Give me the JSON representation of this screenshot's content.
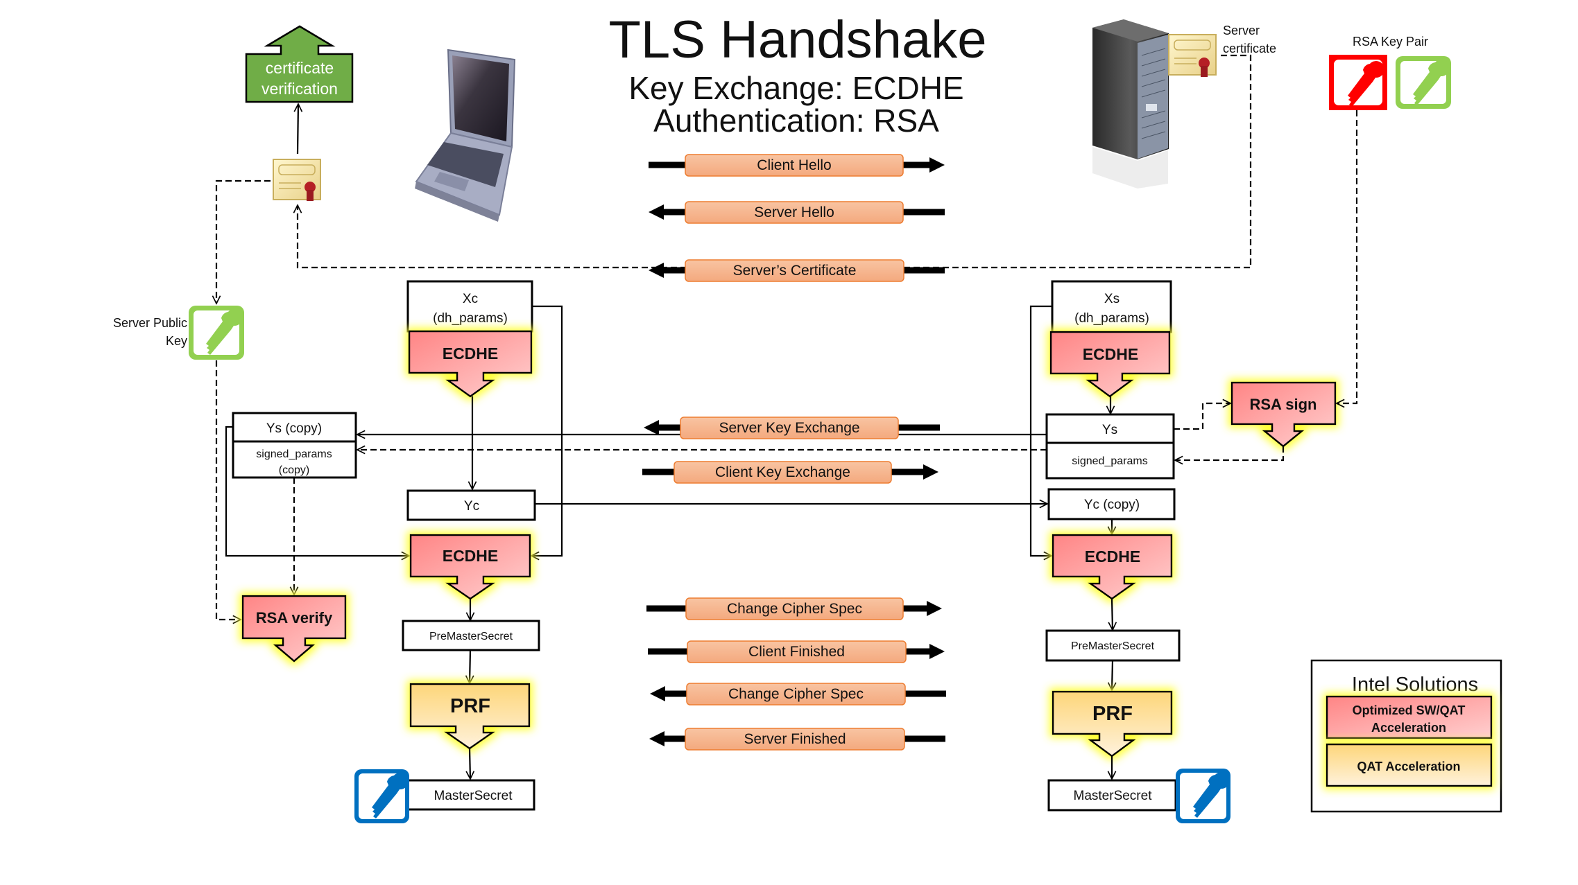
{
  "title": {
    "main": "TLS Handshake",
    "line1": "Key Exchange: ECDHE",
    "line2": "Authentication: RSA"
  },
  "client": {
    "device_icon": "laptop-icon",
    "cert_verification": {
      "line1": "certificate",
      "line2": "verification"
    },
    "cert_icon": "certificate-icon",
    "server_public_key_label": {
      "line1": "Server Public",
      "line2": "Key"
    },
    "key_icon": "green-key-icon",
    "xc": {
      "line1": "Xc",
      "line2": "(dh_params)"
    },
    "ecdhe1": "ECDHE",
    "ys_copy": "Ys (copy)",
    "signed_params_copy": {
      "line1": "signed_params",
      "line2": "(copy)"
    },
    "yc": "Yc",
    "ecdhe2": "ECDHE",
    "rsa_verify": "RSA verify",
    "premaster": "PreMasterSecret",
    "prf": "PRF",
    "master": "MasterSecret",
    "master_key_icon": "blue-key-icon"
  },
  "server": {
    "device_icon": "server-icon",
    "cert_label": {
      "line1": "Server",
      "line2": "certificate"
    },
    "rsa_key_pair_label": "RSA Key Pair",
    "xs": {
      "line1": "Xs",
      "line2": "(dh_params)"
    },
    "ecdhe1": "ECDHE",
    "ys": "Ys",
    "signed_params": "signed_params",
    "rsa_sign": "RSA sign",
    "yc_copy": "Yc (copy)",
    "ecdhe2": "ECDHE",
    "premaster": "PreMasterSecret",
    "prf": "PRF",
    "master": "MasterSecret",
    "master_key_icon": "blue-key-icon"
  },
  "messages": [
    {
      "label": "Client Hello",
      "direction": "to-server"
    },
    {
      "label": "Server Hello",
      "direction": "to-client"
    },
    {
      "label": "Server’s Certificate",
      "direction": "to-client"
    },
    {
      "label": "Server Key Exchange",
      "direction": "to-client"
    },
    {
      "label": "Client Key Exchange",
      "direction": "to-server"
    },
    {
      "label": "Change Cipher Spec",
      "direction": "to-server"
    },
    {
      "label": "Client Finished",
      "direction": "to-server"
    },
    {
      "label": "Change Cipher Spec",
      "direction": "to-client"
    },
    {
      "label": "Server Finished",
      "direction": "to-client"
    }
  ],
  "legend": {
    "title": "Intel Solutions",
    "items": [
      {
        "label_line1": "Optimized SW/QAT",
        "label_line2": "Acceleration",
        "color": "#ff8a8a"
      },
      {
        "label_line1": "QAT Acceleration",
        "label_line2": "",
        "color": "#fdd882"
      }
    ]
  },
  "colors": {
    "message_pill": "#f4b183",
    "message_pill_border": "#ed7d31",
    "accel_red_top": "#ff8585",
    "accel_red_bottom": "#ffd0d0",
    "accel_orange_top": "#fdd67a",
    "accel_orange_bottom": "#fff2dc",
    "glow": "#ffff3c",
    "cert_verify_green": "#70ad47",
    "key_green": "#92d050",
    "key_red": "#ff0000",
    "key_blue": "#0070c0"
  }
}
